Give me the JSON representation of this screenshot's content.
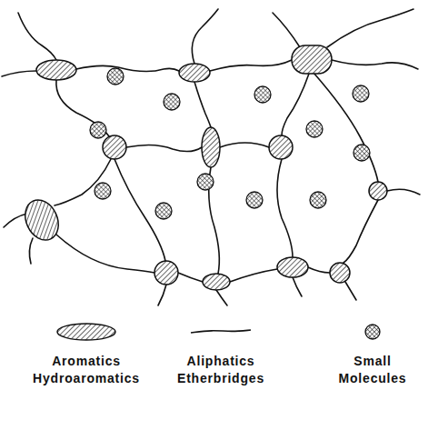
{
  "diagram": {
    "legend": [
      {
        "text": "Aromatics Hydroaromatics"
      },
      {
        "text": "Aliphatics Etherbridges"
      },
      {
        "text": "Small Molecules"
      }
    ]
  }
}
